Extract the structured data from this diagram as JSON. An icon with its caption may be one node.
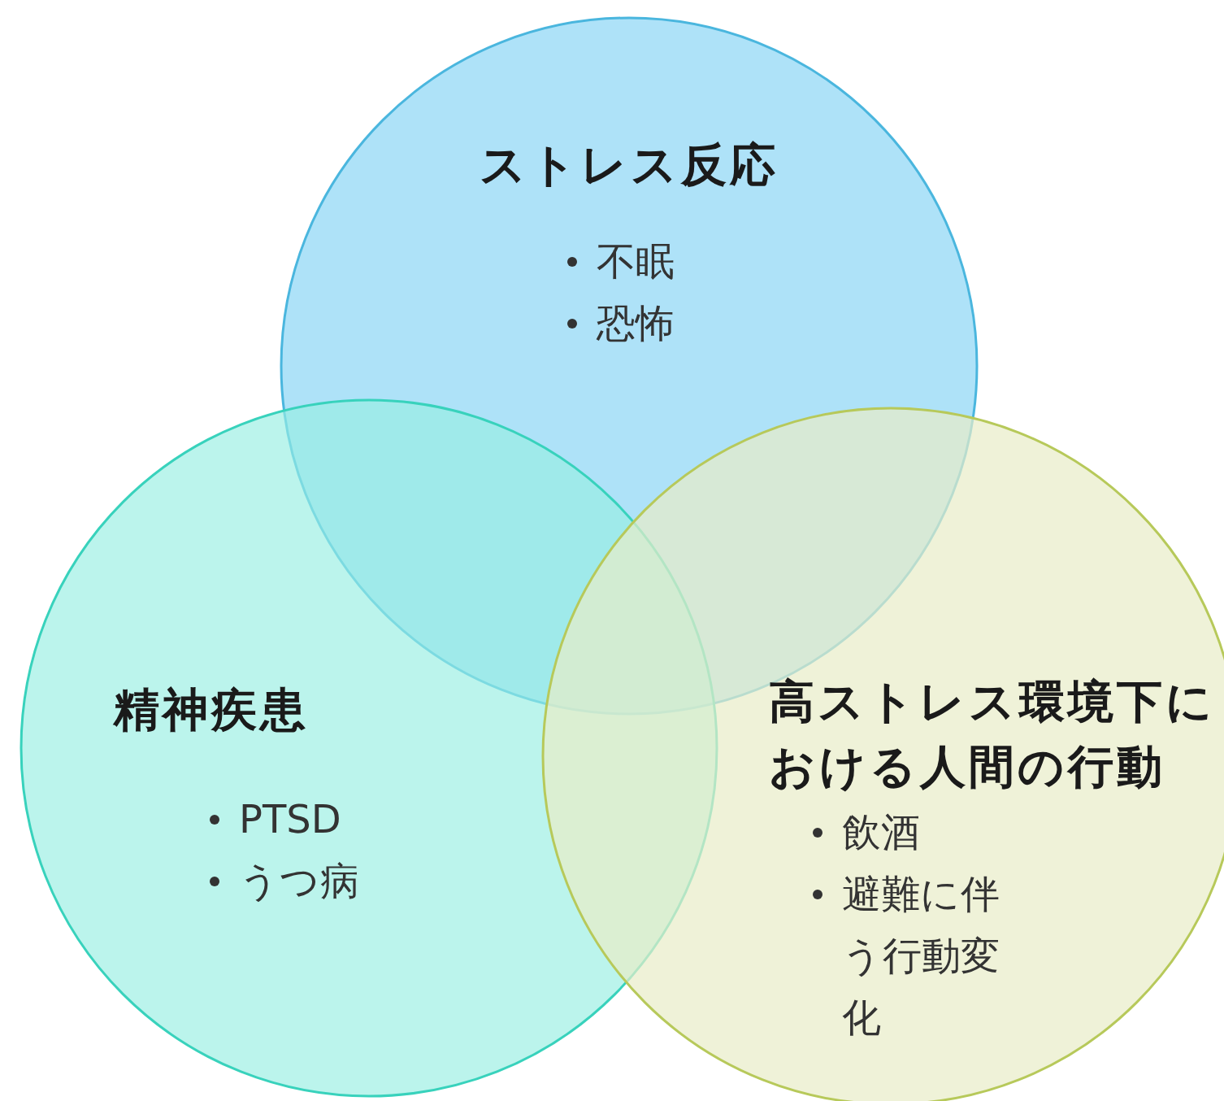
{
  "diagram": {
    "nodes": [
      {
        "text": [
          "ストレス反応",
          "不眠",
          "恐怖"
        ]
      },
      {
        "text": [
          "精神疾患",
          "PTSD",
          "うつ病"
        ]
      },
      {
        "text": [
          "高ストレス環境下における人間の行動",
          "飲酒",
          "避難に伴う行動変化"
        ]
      }
    ]
  }
}
